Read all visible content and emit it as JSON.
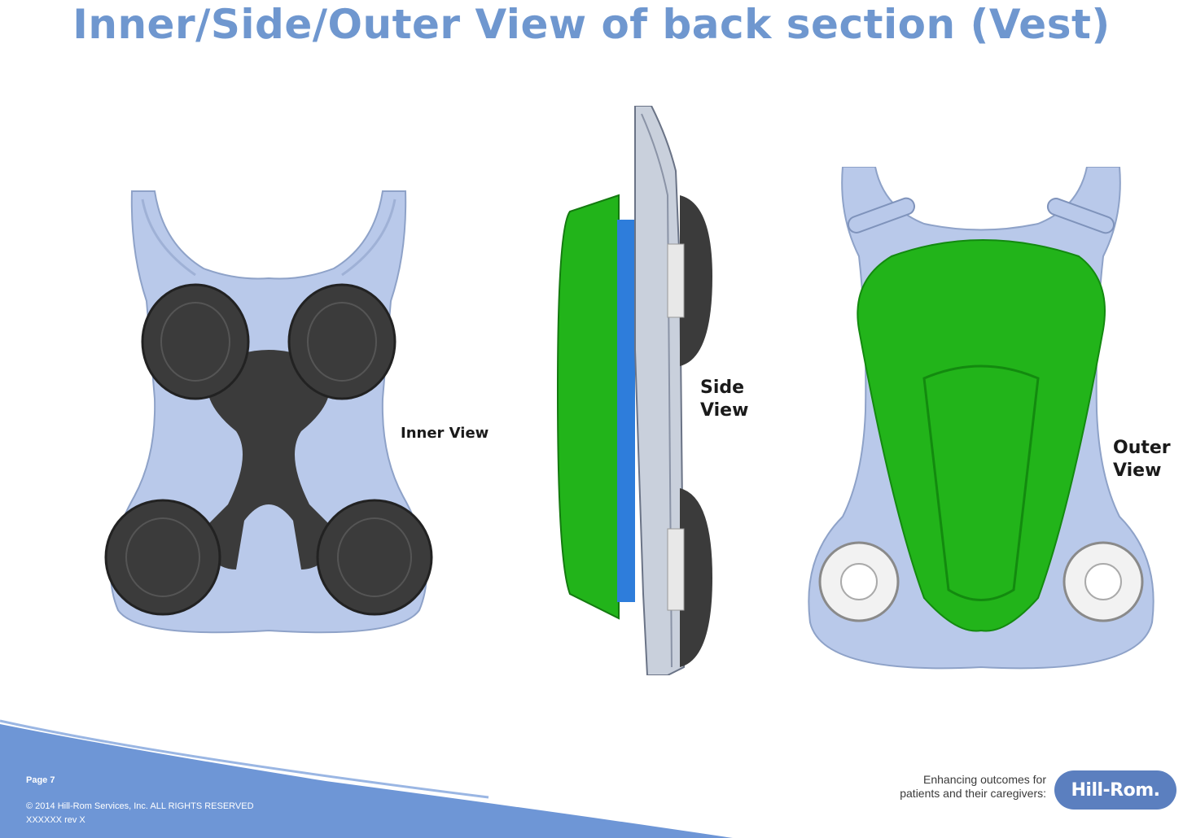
{
  "slide": {
    "title": "Inner/Side/Outer View of back section (Vest)"
  },
  "figures": {
    "inner": {
      "label": "Inner View"
    },
    "side": {
      "label": "Side\nView"
    },
    "outer": {
      "label": "Outer\nView"
    }
  },
  "footer": {
    "page": "Page 7",
    "copyright_line1": "© 2014 Hill-Rom Services, Inc. ALL RIGHTS RESERVED",
    "copyright_line2": "XXXXXX  rev X",
    "tagline_line1": "Enhancing outcomes for",
    "tagline_line2": "patients and their caregivers:",
    "logo_text": "Hill-Rom."
  },
  "colors": {
    "title": "#6f97cf",
    "vest_panel": "#b9c9ea",
    "pad_dark": "#3b3b3b",
    "shell_green": "#22b41a",
    "footer_blue": "#6e96d6"
  }
}
